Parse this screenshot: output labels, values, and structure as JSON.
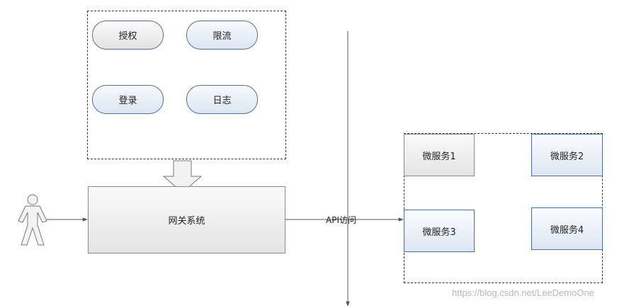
{
  "gateway_features": [
    {
      "label": "授权"
    },
    {
      "label": "限流"
    },
    {
      "label": "登录"
    },
    {
      "label": "日志"
    }
  ],
  "gateway": {
    "label": "网关系统"
  },
  "connection": {
    "label": "API访问"
  },
  "microservices": [
    {
      "label": "微服务1"
    },
    {
      "label": "微服务2"
    },
    {
      "label": "微服务3"
    },
    {
      "label": "微服务4"
    }
  ],
  "watermark": "https://blog.csdn.net/LeeDemoOne",
  "colors": {
    "blue_border": "#4f6e96",
    "gray_border": "#8a8a8a",
    "line": "#555555"
  },
  "icons": {
    "user": "person-icon"
  }
}
